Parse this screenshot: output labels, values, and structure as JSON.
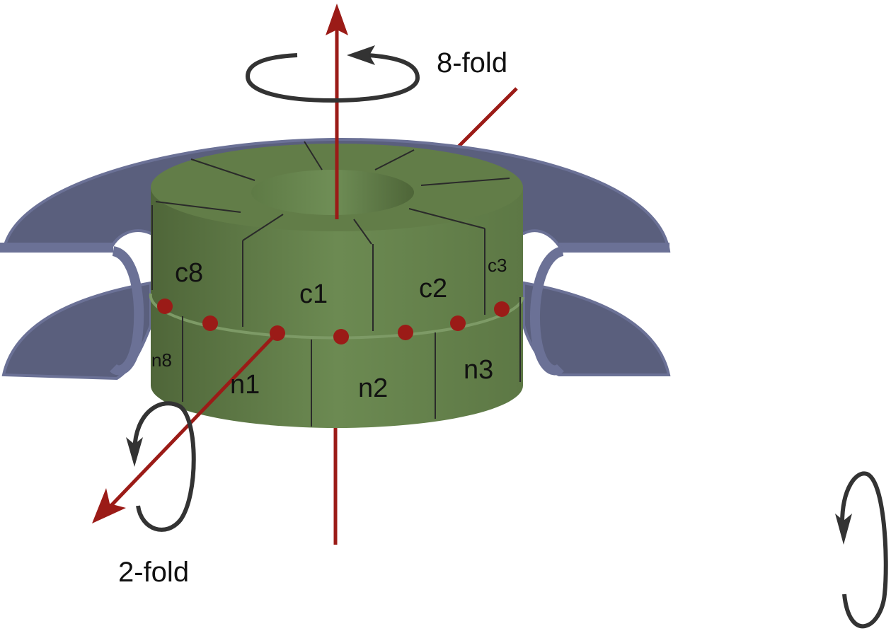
{
  "labels": {
    "eight_fold": "8-fold",
    "two_fold": "2-fold"
  },
  "subunits": {
    "c8": "c8",
    "c1": "c1",
    "c2": "c2",
    "c3": "c3",
    "n8": "n8",
    "n1": "n1",
    "n2": "n2",
    "n3": "n3"
  },
  "colors": {
    "membrane": "#5a5f7d",
    "membrane_edge": "#6b7196",
    "ring": "#617a48",
    "ring_light": "#6e8b55",
    "axis": "#9b1b17",
    "rotation_arrow": "#333333"
  }
}
